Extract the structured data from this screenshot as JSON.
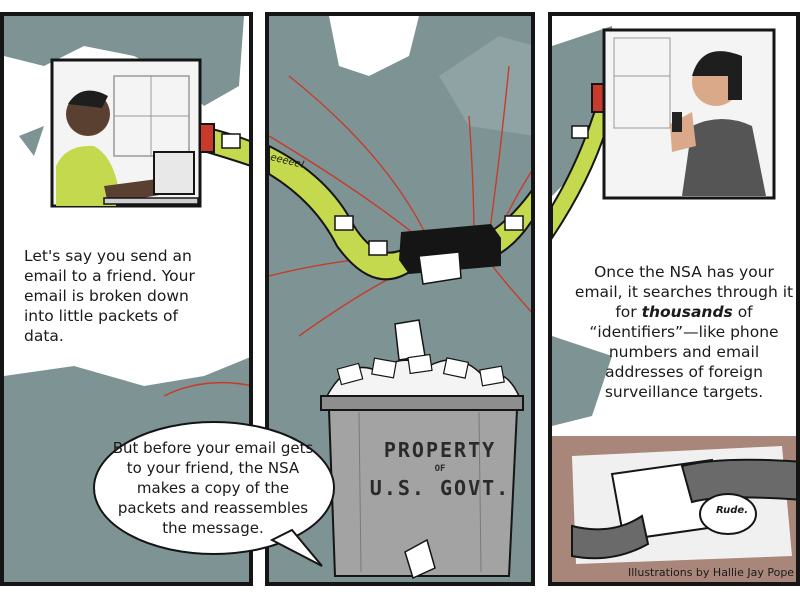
{
  "panel1": {
    "caption": "Let's say you send an email to a friend. Your email is broken down into little packets of data."
  },
  "speech_bubble": {
    "text": "But before your email gets to your friend, the NSA makes a copy of the packets and reassembles the message."
  },
  "panel2": {
    "bin_line1": "PROPERTY",
    "bin_line2": "OF",
    "bin_line3": "U.S. GOVT.",
    "packet_sound": "eeeee!"
  },
  "panel3": {
    "caption_part1": "Once the NSA has your email, it searches through it for ",
    "caption_emphasis": "thousands",
    "caption_part2": " of “identifiers”—like phone numbers and email addresses of foreign surveillance targets.",
    "note_label": "Rude."
  },
  "credit": "Illustrations by Hallie Jay Pope",
  "colors": {
    "map_gray": "#7d9394",
    "ink": "#151515",
    "accent_green": "#c4d94e",
    "accent_red": "#c83b2c"
  }
}
